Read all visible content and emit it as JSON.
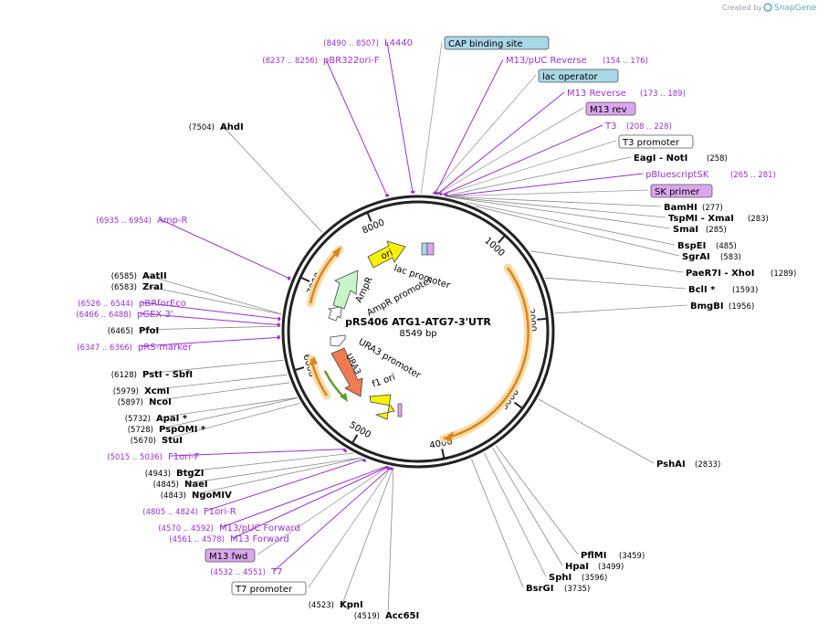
{
  "credit": {
    "text": "Created by",
    "brand": "SnapGene"
  },
  "plasmid": {
    "name": "pRS406 ATG1-ATG7-3'UTR",
    "size": "8549 bp",
    "total_bp": 8549
  },
  "ticks": [
    {
      "label": "1000",
      "bp": 1000
    },
    {
      "label": "2000",
      "bp": 2000
    },
    {
      "label": "3000",
      "bp": 3000
    },
    {
      "label": "4000",
      "bp": 4000
    },
    {
      "label": "5000",
      "bp": 5000
    },
    {
      "label": "6000",
      "bp": 6000
    },
    {
      "label": "7000",
      "bp": 7000
    },
    {
      "label": "8000",
      "bp": 8000
    }
  ],
  "features": [
    {
      "label": "AmpR",
      "kind": "cds"
    },
    {
      "label": "AmpR promoter",
      "kind": "promoter"
    },
    {
      "label": "ori",
      "kind": "ori"
    },
    {
      "label": "lac promoter",
      "kind": "promoter"
    },
    {
      "label": "URA3",
      "kind": "cds"
    },
    {
      "label": "URA3 promoter",
      "kind": "promoter"
    },
    {
      "label": "f1 ori",
      "kind": "ori"
    }
  ],
  "sites": [
    {
      "name": "AhdI",
      "pos": "(7504)",
      "bp": 7504,
      "side": "L",
      "kind": "enzyme"
    },
    {
      "name": "pBR322ori-F",
      "pos": "(8237 .. 8256)",
      "bp": 8246,
      "side": "L",
      "kind": "primer"
    },
    {
      "name": "L4440",
      "pos": "(8490 .. 8507)",
      "bp": 8498,
      "side": "L",
      "kind": "primer"
    },
    {
      "name": "CAP binding site",
      "bp": 30,
      "side": "R",
      "kind": "boxblue"
    },
    {
      "name": "M13/pUC Reverse",
      "pos": "(154 .. 176)",
      "bp": 165,
      "side": "R",
      "kind": "primer"
    },
    {
      "name": "lac operator",
      "bp": 140,
      "side": "R",
      "kind": "boxblue"
    },
    {
      "name": "M13 Reverse",
      "pos": "(173 .. 189)",
      "bp": 181,
      "side": "R",
      "kind": "primer"
    },
    {
      "name": "M13 rev",
      "bp": 181,
      "side": "R",
      "kind": "boxpurple"
    },
    {
      "name": "T3",
      "pos": "(208 .. 228)",
      "bp": 218,
      "side": "R",
      "kind": "primer"
    },
    {
      "name": "T3 promoter",
      "bp": 218,
      "side": "R",
      "kind": "boxwhite"
    },
    {
      "name": "EagI - NotI",
      "pos": "(258)",
      "bp": 258,
      "side": "R",
      "kind": "enzyme"
    },
    {
      "name": "pBluescriptSK",
      "pos": "(265 .. 281)",
      "bp": 273,
      "side": "R",
      "kind": "primer"
    },
    {
      "name": "SK primer",
      "bp": 273,
      "side": "R",
      "kind": "boxpurple"
    },
    {
      "name": "BamHI",
      "pos": "(277)",
      "bp": 277,
      "side": "R",
      "kind": "enzyme"
    },
    {
      "name": "TspMI - XmaI",
      "pos": "(283)",
      "bp": 283,
      "side": "R",
      "kind": "enzyme"
    },
    {
      "name": "SmaI",
      "pos": "(285)",
      "bp": 285,
      "side": "R",
      "kind": "enzyme"
    },
    {
      "name": "BspEI",
      "pos": "(485)",
      "bp": 485,
      "side": "R",
      "kind": "enzyme"
    },
    {
      "name": "SgrAI",
      "pos": "(583)",
      "bp": 583,
      "side": "R",
      "kind": "enzyme"
    },
    {
      "name": "PaeR7I - XhoI",
      "pos": "(1289)",
      "bp": 1289,
      "side": "R",
      "kind": "enzyme"
    },
    {
      "name": "BclI *",
      "pos": "(1593)",
      "bp": 1593,
      "side": "R",
      "kind": "enzyme"
    },
    {
      "name": "BmgBI",
      "pos": "(1956)",
      "bp": 1956,
      "side": "R",
      "kind": "enzyme"
    },
    {
      "name": "PshAI",
      "pos": "(2833)",
      "bp": 2833,
      "side": "R",
      "kind": "enzyme"
    },
    {
      "name": "PflMI",
      "pos": "(3459)",
      "bp": 3459,
      "side": "R",
      "kind": "enzyme"
    },
    {
      "name": "HpaI",
      "pos": "(3499)",
      "bp": 3499,
      "side": "R",
      "kind": "enzyme"
    },
    {
      "name": "SphI",
      "pos": "(3596)",
      "bp": 3596,
      "side": "R",
      "kind": "enzyme"
    },
    {
      "name": "BsrGI",
      "pos": "(3735)",
      "bp": 3735,
      "side": "R",
      "kind": "enzyme"
    },
    {
      "name": "Acc65I",
      "pos": "(4519)",
      "bp": 4519,
      "side": "L",
      "kind": "enzyme"
    },
    {
      "name": "KpnI",
      "pos": "(4523)",
      "bp": 4523,
      "side": "L",
      "kind": "enzyme"
    },
    {
      "name": "T7 promoter",
      "bp": 4540,
      "side": "L",
      "kind": "boxwhite"
    },
    {
      "name": "T7",
      "pos": "(4532 .. 4551)",
      "bp": 4541,
      "side": "L",
      "kind": "primer"
    },
    {
      "name": "M13 fwd",
      "bp": 4569,
      "side": "L",
      "kind": "boxpurple"
    },
    {
      "name": "M13 Forward",
      "pos": "(4561 .. 4578)",
      "bp": 4569,
      "side": "L",
      "kind": "primer"
    },
    {
      "name": "M13/pUC Forward",
      "pos": "(4570 .. 4592)",
      "bp": 4581,
      "side": "L",
      "kind": "primer"
    },
    {
      "name": "F1ori-R",
      "pos": "(4805 .. 4824)",
      "bp": 4814,
      "side": "L",
      "kind": "primer"
    },
    {
      "name": "NgoMIV",
      "pos": "(4843)",
      "bp": 4843,
      "side": "L",
      "kind": "enzyme"
    },
    {
      "name": "NaeI",
      "pos": "(4845)",
      "bp": 4845,
      "side": "L",
      "kind": "enzyme"
    },
    {
      "name": "BtgZI",
      "pos": "(4943)",
      "bp": 4943,
      "side": "L",
      "kind": "enzyme"
    },
    {
      "name": "F1ori-F",
      "pos": "(5015 .. 5036)",
      "bp": 5025,
      "side": "L",
      "kind": "primer"
    },
    {
      "name": "StuI",
      "pos": "(5670)",
      "bp": 5670,
      "side": "L",
      "kind": "enzyme"
    },
    {
      "name": "PspOMI *",
      "pos": "(5728)",
      "bp": 5728,
      "side": "L",
      "kind": "enzyme"
    },
    {
      "name": "ApaI *",
      "pos": "(5732)",
      "bp": 5732,
      "side": "L",
      "kind": "enzyme"
    },
    {
      "name": "NcoI",
      "pos": "(5897)",
      "bp": 5897,
      "side": "L",
      "kind": "enzyme"
    },
    {
      "name": "XcmI",
      "pos": "(5979)",
      "bp": 5979,
      "side": "L",
      "kind": "enzyme"
    },
    {
      "name": "PstI - SbfI",
      "pos": "(6128)",
      "bp": 6128,
      "side": "L",
      "kind": "enzyme"
    },
    {
      "name": "pRS-marker",
      "pos": "(6347 .. 6366)",
      "bp": 6356,
      "side": "L",
      "kind": "primer"
    },
    {
      "name": "PfoI",
      "pos": "(6465)",
      "bp": 6465,
      "side": "L",
      "kind": "enzyme"
    },
    {
      "name": "pGEX 3'",
      "pos": "(6466 .. 6488)",
      "bp": 6477,
      "side": "L",
      "kind": "primer"
    },
    {
      "name": "pBRforEco",
      "pos": "(6526 .. 6544)",
      "bp": 6535,
      "side": "L",
      "kind": "primer"
    },
    {
      "name": "ZraI",
      "pos": "(6583)",
      "bp": 6583,
      "side": "L",
      "kind": "enzyme"
    },
    {
      "name": "AatII",
      "pos": "(6585)",
      "bp": 6585,
      "side": "L",
      "kind": "enzyme"
    },
    {
      "name": "Amp-R",
      "pos": "(6935 .. 6954)",
      "bp": 6944,
      "side": "L",
      "kind": "primer"
    }
  ],
  "colors": {
    "primer": "#9b30d0",
    "enzyme": "#000000",
    "backbone": "#222222",
    "leader": "#8a8a8a",
    "ampr": "#c8f5c8",
    "ori": "#f7f000",
    "ura3": "#f27a50",
    "orange_arc": "#e8a020",
    "green_arc": "#6ca83a",
    "box_blue": "#a9d7e6",
    "box_purple": "#d9a6ef"
  }
}
